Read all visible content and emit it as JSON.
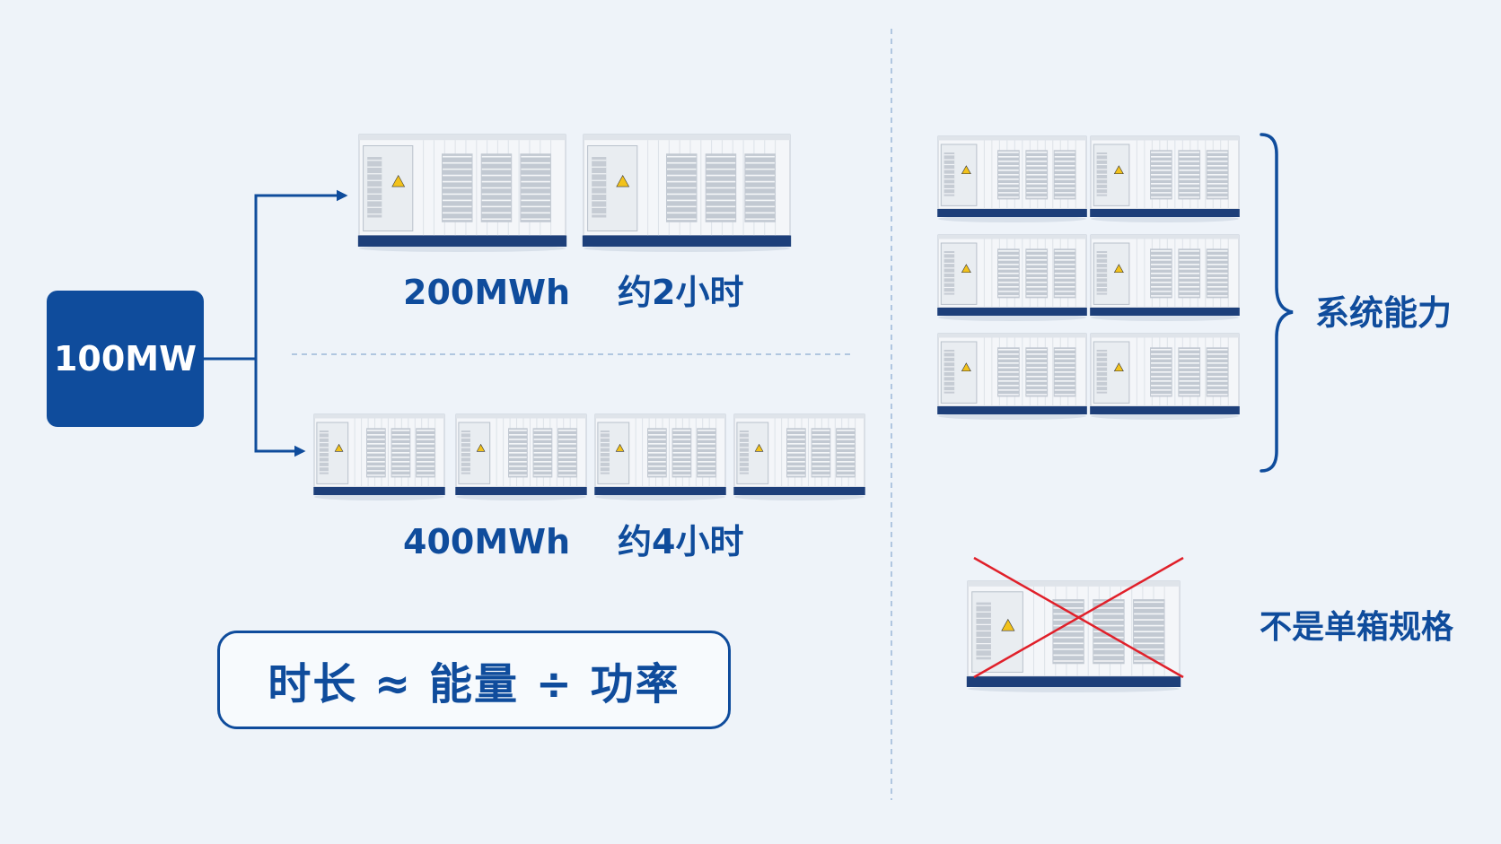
{
  "power": {
    "label": "100MW"
  },
  "option_a": {
    "energy": "200MWh",
    "duration": "约2小时",
    "containers": 2
  },
  "option_b": {
    "energy": "400MWh",
    "duration": "约4小时",
    "containers": 4
  },
  "formula": {
    "text": "时长 ≈ 能量 ÷ 功率"
  },
  "system": {
    "label": "系统能力",
    "containers": 6
  },
  "single": {
    "label": "不是单箱规格"
  },
  "colors": {
    "brand_blue": "#0f4c9c",
    "background": "#eef3f9",
    "cross_red": "#e0202a",
    "container_white": "#f4f6f9",
    "container_base": "#1d3f7a"
  }
}
